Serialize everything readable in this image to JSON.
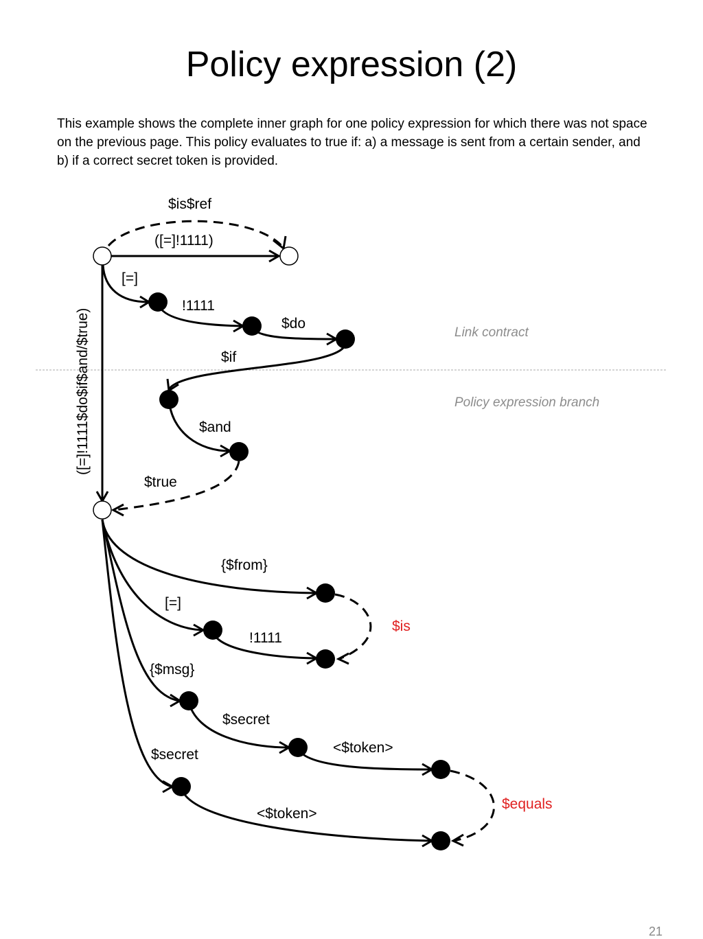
{
  "slide": {
    "title": "Policy expression (2)",
    "description": "This example shows the complete inner graph for one policy expression for which there was not space on the previous page. This policy evaluates to true if: a) a message is sent from a certain sender, and b) if a correct secret token is provided.",
    "page_number": "21"
  },
  "diagram": {
    "arcs": {
      "is_ref": "$is$ref",
      "inner_root": "([=]!1111)",
      "eq_top": "[=]",
      "num_top": "!1111",
      "do": "$do",
      "if": "$if",
      "and": "$and",
      "true": "$true",
      "vertical_path": "([=]!1111$do$if$and/$true)",
      "from": "{$from}",
      "eq_bottom": "[=]",
      "num_bottom": "!1111",
      "is": "$is",
      "msg": "{$msg}",
      "secret_a": "$secret",
      "token_a": "<$token>",
      "secret_b": "$secret",
      "token_b": "<$token>",
      "equals": "$equals"
    },
    "regions": {
      "upper": "Link contract",
      "lower": "Policy expression branch"
    },
    "colors": {
      "edge": "#000000",
      "highlight": "#e02020",
      "region_text": "#8c8c8c",
      "separator": "#aaaaaa"
    }
  }
}
